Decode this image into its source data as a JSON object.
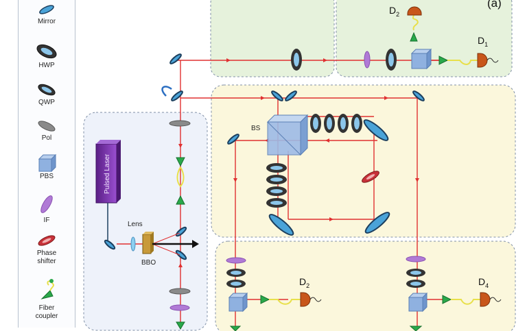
{
  "panel_label": "(a)",
  "legend": {
    "items": [
      {
        "icon": "mirror-icon",
        "label": "Mirror"
      },
      {
        "icon": "hwp-icon",
        "label": "HWP"
      },
      {
        "icon": "qwp-icon",
        "label": "QWP"
      },
      {
        "icon": "polarizer-icon",
        "label": "Pol"
      },
      {
        "icon": "pbs-icon",
        "label": "PBS"
      },
      {
        "icon": "interference-filter-icon",
        "label": "IF"
      },
      {
        "icon": "phase-shifter-icon",
        "label": "Phase\nshifter"
      },
      {
        "icon": "fiber-coupler-icon",
        "label": "Fiber\ncoupler"
      }
    ]
  },
  "components": {
    "laser_label": "Pulsed Laser",
    "lens_label": "Lens",
    "crystal_label": "BBO",
    "bs_label": "BS",
    "detectors": {
      "d1": {
        "base": "D",
        "sub": "1"
      },
      "d2_top": {
        "base": "D",
        "sub": "2"
      },
      "d2_bottom": {
        "base": "D",
        "sub": "2"
      },
      "d4": {
        "base": "D",
        "sub": "4"
      }
    }
  },
  "colors": {
    "beam": "#e03030",
    "green_region": "#e6f2dc",
    "yellow_region": "#fbf7dc",
    "blue_region": "#eef2fa",
    "region_border": "#7f8fa6",
    "laser": "#7b2fb0",
    "pbs": "#8fb1e0",
    "waveplate": "#3a3a3a",
    "filter": "#b07ad6",
    "fiber_coupler": "#2aa84a",
    "detector": "#c8561a",
    "fiber": "#e8e04a"
  }
}
